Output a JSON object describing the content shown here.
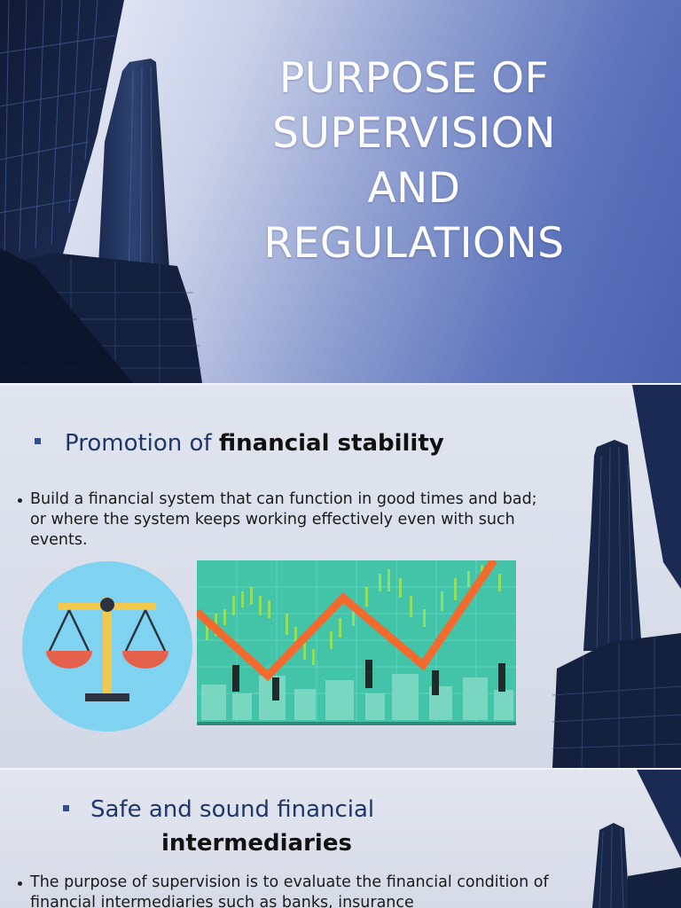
{
  "slide1": {
    "title_lines": [
      "PURPOSE OF",
      "SUPERVISION",
      "AND",
      "REGULATIONS"
    ]
  },
  "slide2": {
    "heading_prefix": "Promotion of ",
    "heading_bold": "financial stability",
    "bullet_text": "Build a financial system that can function in good times and bad; or where the system keeps working effectively even with such events."
  },
  "slide3": {
    "heading_line1": "Safe and sound financial",
    "heading_line2": "intermediaries",
    "bullet_text": "The purpose of supervision is to evaluate the financial condition of financial intermediaries such as banks, insurance"
  },
  "colors": {
    "heading_blue": "#1f3768",
    "slide1_accent": "#4a62ae",
    "scale_gold": "#f2c94c",
    "scale_pans": "#e4624c",
    "chart_bg": "#43c3a8",
    "chart_line": "#f26a2e"
  },
  "icons": {
    "scale": "balance-scale-icon",
    "chart": "market-zigzag-illustration"
  }
}
